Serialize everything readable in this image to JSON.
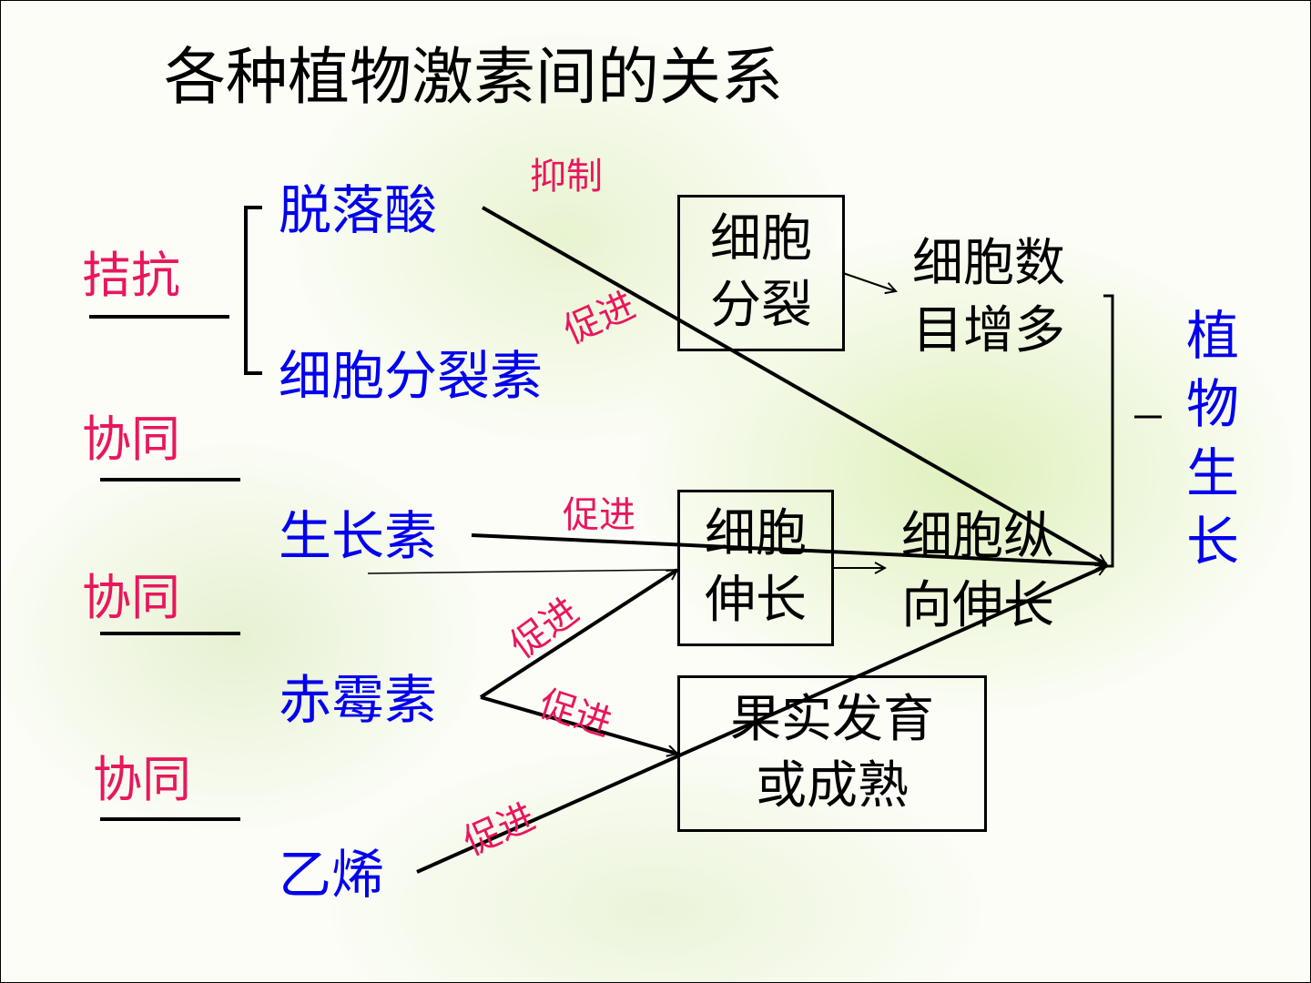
{
  "title": "各种植物激素间的关系",
  "hormones": {
    "abscisic_acid": "脱落酸",
    "cytokinin": "细胞分裂素",
    "auxin": "生长素",
    "gibberellin": "赤霉素",
    "ethylene": "乙烯"
  },
  "relations": {
    "antagonism": "拮抗",
    "synergy_1": "协同",
    "synergy_2": "协同",
    "synergy_3": "协同"
  },
  "actions": {
    "inhibit": "抑制",
    "promote_cytokinin": "促进",
    "promote_auxin": "促进",
    "promote_gibberellin_elongation": "促进",
    "promote_gibberellin_fruit": "促进",
    "promote_ethylene": "促进"
  },
  "processes": {
    "cell_division": "细胞\n分裂",
    "cell_elongation": "细胞\n伸长",
    "fruit": "果实发育\n或成熟"
  },
  "effects": {
    "cell_count_line1": "细胞数",
    "cell_count_line2": "目增多",
    "longitudinal_line1": "细胞纵",
    "longitudinal_line2": "向伸长"
  },
  "outcome": "植\n物\n生\n长",
  "colors": {
    "hormone": "#0000ee",
    "relation": "#e8175d",
    "line": "#000000"
  }
}
